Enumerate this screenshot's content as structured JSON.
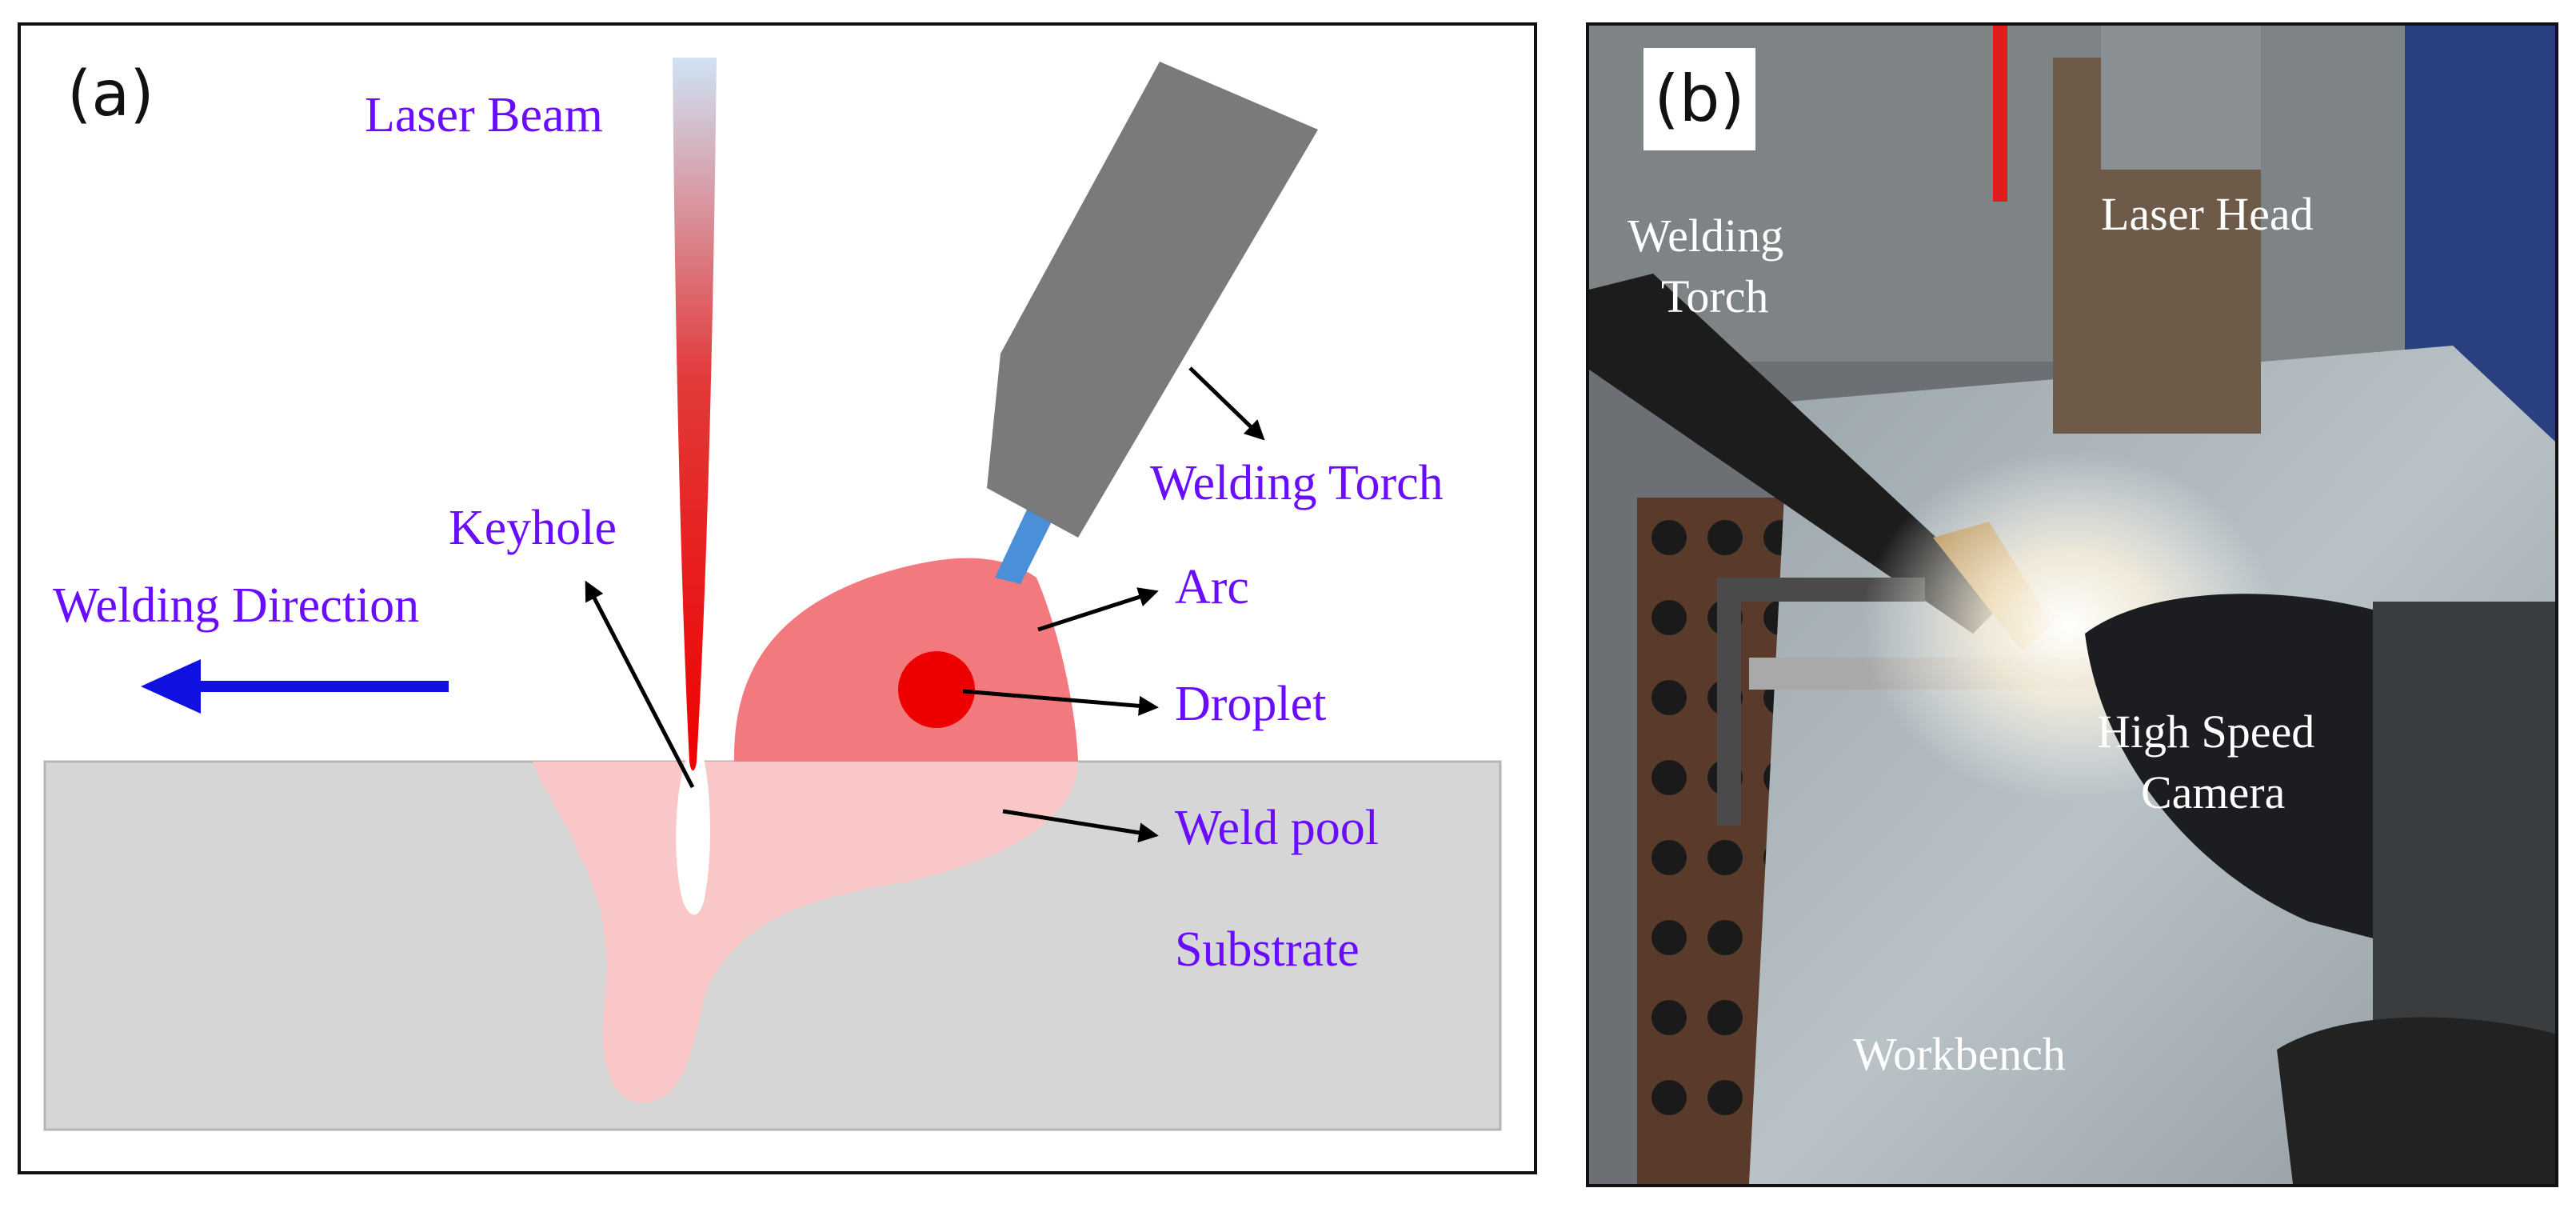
{
  "panel_a": {
    "panel_label": "(a)",
    "labels": {
      "laser_beam": "Laser Beam",
      "welding_torch": "Welding Torch",
      "keyhole": "Keyhole",
      "welding_direction": "Welding Direction",
      "arc": "Arc",
      "droplet": "Droplet",
      "weld_pool": "Weld pool",
      "substrate": "Substrate"
    },
    "colors": {
      "label_text": "#6a0dff",
      "direction_arrow": "#1010e0",
      "substrate": "#d6d6d6",
      "weld_pool": "#f9c7c7",
      "arc": "#f27a7f",
      "droplet": "#ee0000",
      "torch": "#7a7a7a",
      "wire": "#4a90d9",
      "laser": "#ee0000"
    }
  },
  "panel_b": {
    "panel_label": "(b)",
    "labels": {
      "welding_torch_line1": "Welding",
      "welding_torch_line2": "Torch",
      "laser_head": "Laser Head",
      "high_speed_camera_line1": "High Speed",
      "high_speed_camera_line2": "Camera",
      "workbench": "Workbench"
    }
  }
}
